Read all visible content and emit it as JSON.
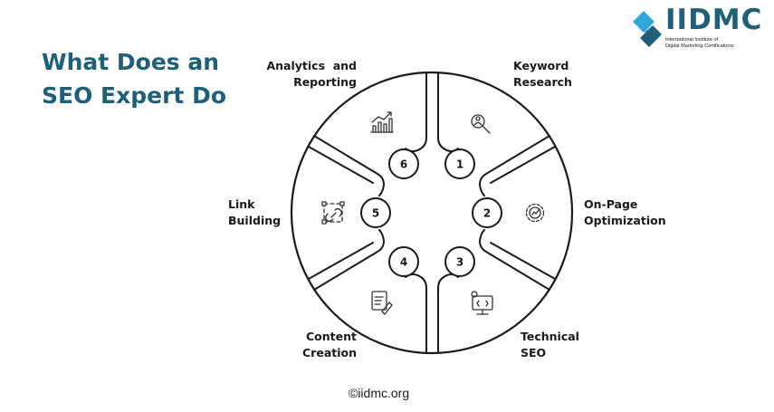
{
  "title": {
    "line1": "What Does an",
    "line2": "SEO Expert Do"
  },
  "logo": {
    "name": "IIDMC",
    "sub1": "International Institute of",
    "sub2": "Digital Marketing Certifications",
    "icon": "diamond-logo-icon"
  },
  "steps": [
    {
      "number": "1",
      "line1": "Keyword",
      "line2": "Research",
      "icon": "magnify-person-icon"
    },
    {
      "number": "2",
      "line1": "On-Page",
      "line2": "Optimization",
      "icon": "gear-icon"
    },
    {
      "number": "3",
      "line1": "Technical",
      "line2": "SEO",
      "icon": "code-monitor-icon"
    },
    {
      "number": "4",
      "line1": "Content",
      "line2": "Creation",
      "icon": "document-pen-icon"
    },
    {
      "number": "5",
      "line1": "Link",
      "line2": "Building",
      "icon": "link-frame-icon"
    },
    {
      "number": "6",
      "line1": "Analytics  and",
      "line2": "Reporting",
      "icon": "bar-chart-icon"
    }
  ],
  "footer": "©iidmc.org",
  "colors": {
    "brand": "#1f5f7a",
    "accent": "#2fa8d8",
    "stroke": "#1a1a1a"
  }
}
